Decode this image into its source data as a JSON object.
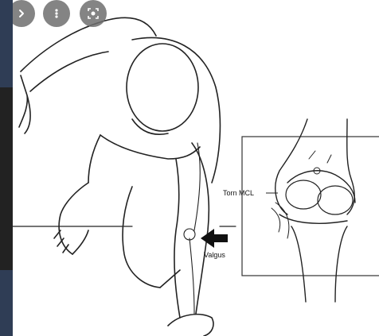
{
  "toolbar": {
    "buttons": [
      {
        "name": "expand",
        "icon": "chevron-right-icon"
      },
      {
        "name": "more",
        "icon": "more-vert-icon"
      },
      {
        "name": "lens",
        "icon": "lens-search-icon"
      }
    ]
  },
  "illustration": {
    "labels": {
      "torn_mcl": "Torn MCL",
      "valgus": "Valgus"
    }
  },
  "colors": {
    "line": "#222222",
    "background": "#ffffff",
    "page_bg": "#1f2a3a"
  }
}
